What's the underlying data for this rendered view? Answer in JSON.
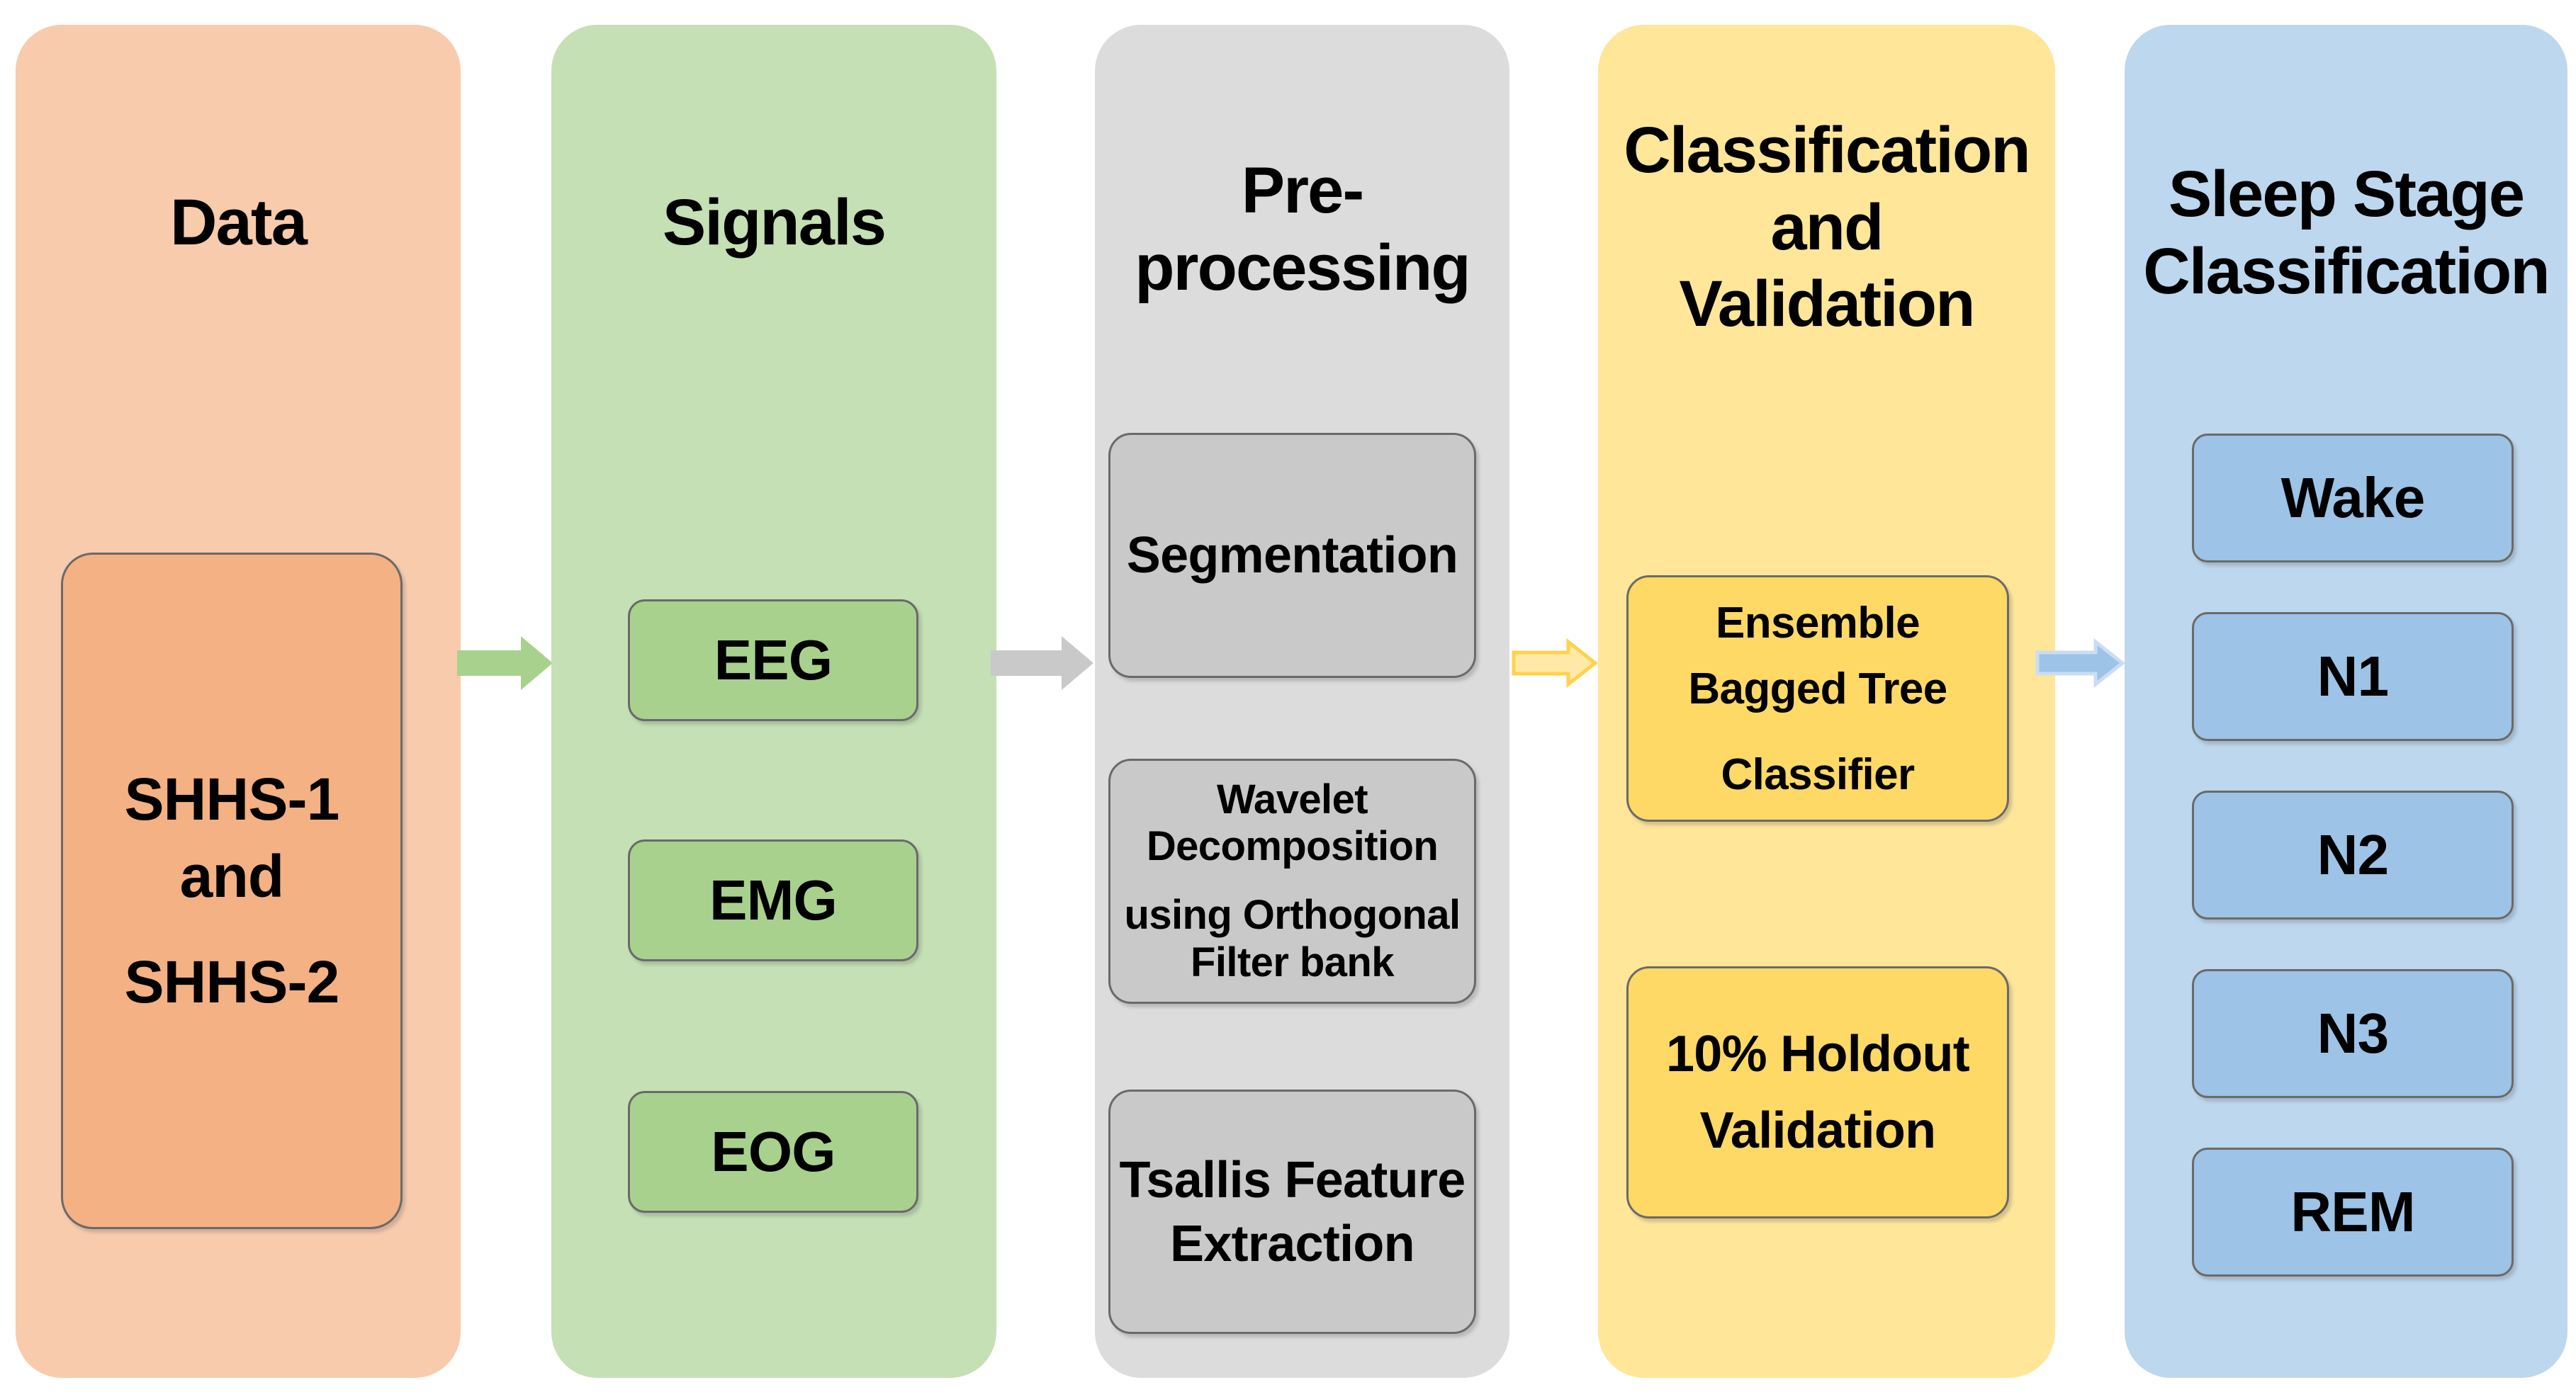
{
  "figure": {
    "type": "flow-diagram",
    "background": "#FFFFFF"
  },
  "stages": [
    {
      "id": "data",
      "title": "Data",
      "panel_color": "#F8CBAD",
      "box_color": "#F4B183",
      "items": {
        "shhs": {
          "p1": "SHHS-1\nand",
          "p2": "SHHS-2"
        }
      }
    },
    {
      "id": "signals",
      "title": "Signals",
      "panel_color": "#C5E0B4",
      "box_color": "#A9D18E",
      "items": {
        "eeg": "EEG",
        "emg": "EMG",
        "eog": "EOG"
      }
    },
    {
      "id": "preprocessing",
      "title": "Pre-\nprocessing",
      "panel_color": "#DCDCDC",
      "box_color": "#C9C9C9",
      "items": {
        "segmentation": "Segmentation",
        "wavelet": {
          "p1": "Wavelet\nDecomposition",
          "p2": "using Orthogonal\nFilter bank"
        },
        "tsallis": "Tsallis Feature\nExtraction"
      }
    },
    {
      "id": "classification",
      "title": "Classification\nand\nValidation",
      "panel_color": "#FFE699",
      "box_color": "#FFD966",
      "items": {
        "ensemble": {
          "p1": "Ensemble\nBagged Tree",
          "p2": "Classifier"
        },
        "holdout": "10% Holdout\nValidation"
      }
    },
    {
      "id": "output",
      "title": "Sleep Stage\nClassification",
      "panel_color": "#BDD7EE",
      "box_color": "#9DC3E6",
      "items": {
        "wake": "Wake",
        "n1": "N1",
        "n2": "N2",
        "n3": "N3",
        "rem": "REM"
      }
    }
  ],
  "arrows": [
    {
      "from": "data",
      "to": "signals",
      "color": "#A9D18E"
    },
    {
      "from": "signals",
      "to": "preprocessing",
      "color": "#C9C9C9"
    },
    {
      "from": "preprocessing",
      "to": "classification",
      "color": "#FFE9A8",
      "border_color": "#FFD24C"
    },
    {
      "from": "classification",
      "to": "output",
      "color": "#9DC3E6",
      "border_color": "#CBDDF2"
    }
  ]
}
